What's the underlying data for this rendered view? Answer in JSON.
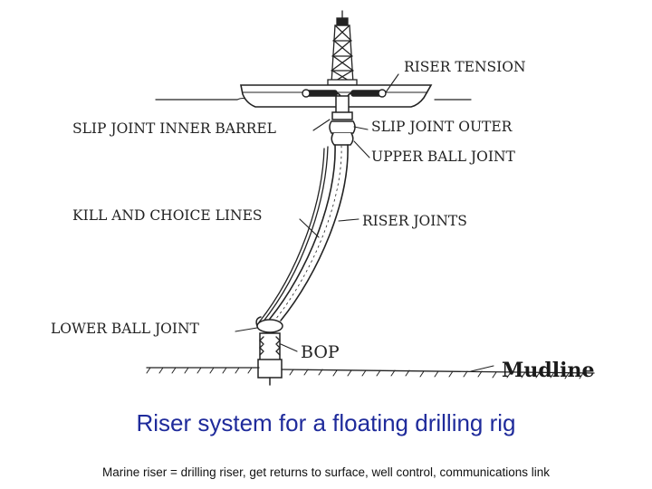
{
  "labels": {
    "riser_tension": "RISER TENSION",
    "slip_joint_inner_barrel": "SLIP JOINT INNER BARREL",
    "slip_joint_outer": "SLIP JOINT OUTER",
    "upper_ball_joint": "UPPER BALL JOINT",
    "kill_and_choice_lines": "KILL AND CHOICE LINES",
    "riser_joints": "RISER JOINTS",
    "lower_ball_joint": "LOWER BALL JOINT",
    "bop": "BOP",
    "mudline": "Mudline"
  },
  "title": "Riser system for a floating drilling rig",
  "caption": "Marine riser = drilling riser, get returns to surface, well control, communications link",
  "colors": {
    "line": "#222222",
    "title": "#1f2b9b"
  }
}
